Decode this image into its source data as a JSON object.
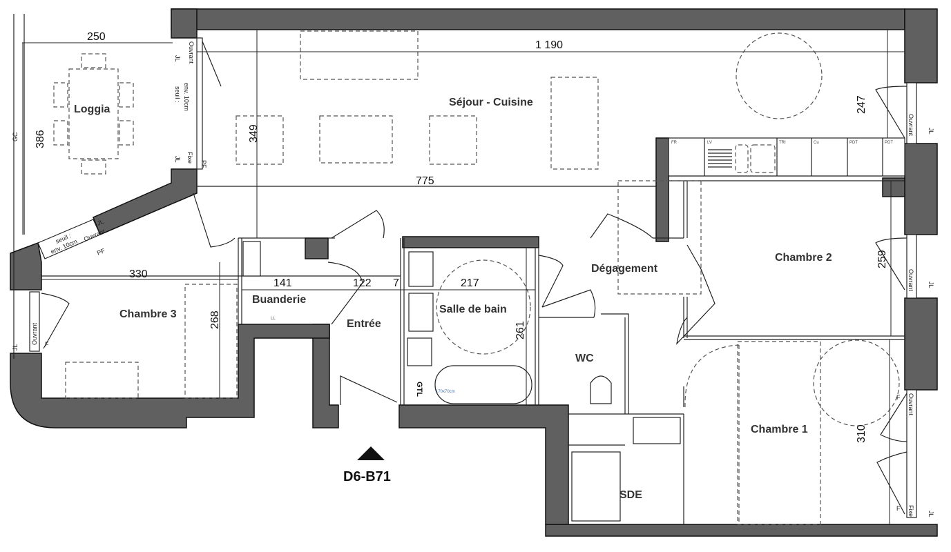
{
  "plan_reference": "D6-B71",
  "rooms": {
    "loggia": "Loggia",
    "sejour": "Séjour - Cuisine",
    "chambre3": "Chambre 3",
    "buanderie": "Buanderie",
    "entree": "Entrée",
    "salle_de_bain": "Salle de bain",
    "degagement": "Dégagement",
    "chambre2": "Chambre 2",
    "wc": "WC",
    "sde": "SDE",
    "chambre1": "Chambre 1"
  },
  "dimensions": {
    "loggia_width": "250",
    "loggia_height": "386",
    "sejour_width": "1 190",
    "sejour_height": "349",
    "sejour_depth": "775",
    "sejour_right_height": "247",
    "chambre3_width": "330",
    "chambre3_height": "268",
    "buanderie_width": "141",
    "entree_width": "122",
    "entree_gap": "7",
    "sdb_width": "217",
    "sdb_height": "261",
    "chambre2_height": "259",
    "chambre1_height": "310"
  },
  "annotations": {
    "gc": "GC",
    "jl": "JL",
    "ouvrant": "Ouvrant",
    "fixe": "Fixe",
    "pf": "PF",
    "f": "F",
    "seuil_line1": "seuil :",
    "seuil_line2": "env. 10cm",
    "gtl": "GTL",
    "ll": "LL",
    "bath_size": "170x70cm",
    "kitchen": [
      "FR",
      "LV",
      "TRI",
      "Cu",
      "PDT",
      "PDT"
    ]
  },
  "colors": {
    "wall": "#606060",
    "line": "#222222"
  }
}
